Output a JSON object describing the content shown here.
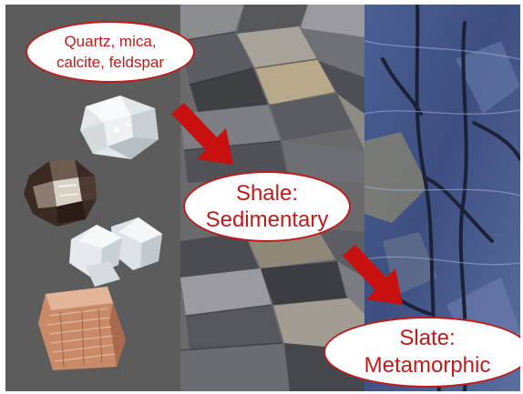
{
  "slide": {
    "callouts": {
      "minerals": "Quartz, mica,\ncalcite, feldspar",
      "shale": "Shale:\nSedimentary",
      "slate": "Slate:\nMetamorphic"
    },
    "colors": {
      "accent": "#c01b1b",
      "arrow": "#c8100f",
      "background": "#5b5b5b"
    },
    "icons": [
      "quartz-crystal",
      "mica-crystal",
      "calcite-crystal",
      "feldspar-crystal",
      "arrow-down-right"
    ]
  }
}
